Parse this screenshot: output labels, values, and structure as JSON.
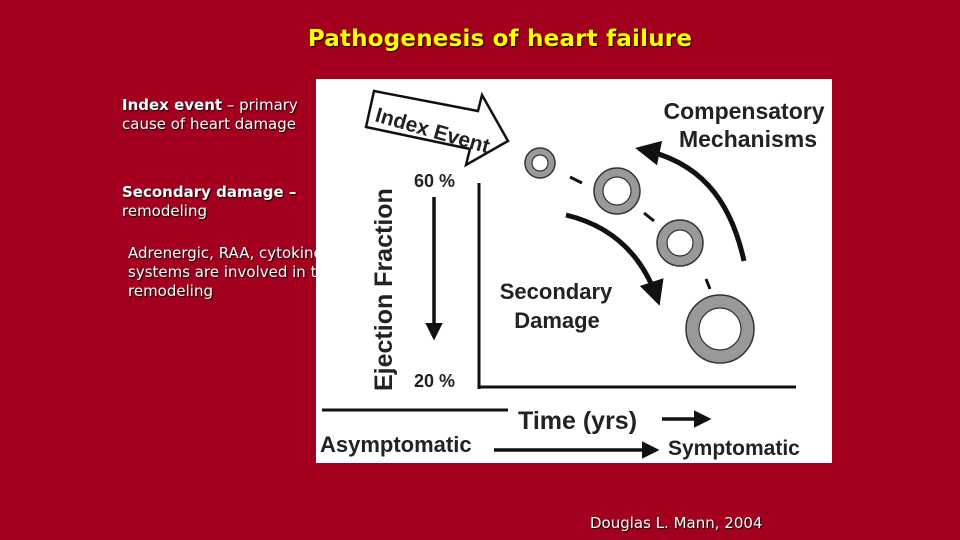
{
  "title": "Pathogenesis of heart failure",
  "notes": {
    "index_event_label": "Index event",
    "index_event_text": "– primary cause of heart damage",
    "secondary_label": "Secondary damage –",
    "secondary_text": "remodeling",
    "systems_text": "Adrenergic, RAA, cytokine systems are involved in the remodeling"
  },
  "figure": {
    "index_event": "Index Event",
    "compensatory_line1": "Compensatory",
    "compensatory_line2": "Mechanisms",
    "y_axis_label": "Ejection Fraction",
    "ef_top": "60 %",
    "ef_bottom": "20 %",
    "secondary_line1": "Secondary",
    "secondary_line2": "Damage",
    "time_label": "Time (yrs)",
    "asymptomatic": "Asymptomatic",
    "symptomatic": "Symptomatic"
  },
  "credit": "Douglas L. Mann, 2004"
}
